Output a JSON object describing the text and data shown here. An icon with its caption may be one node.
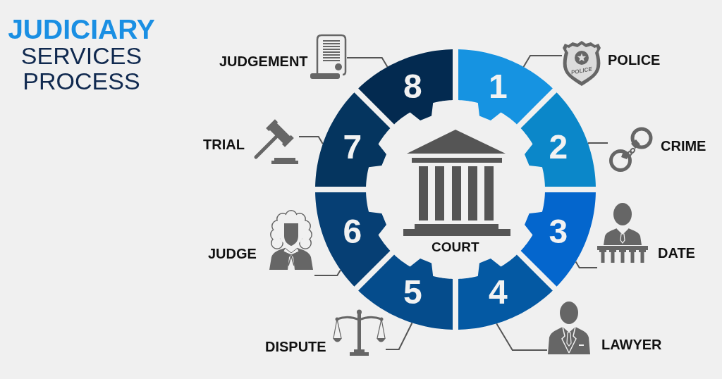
{
  "diagram": {
    "title": "**JUDICIARY** SERVICES PROCESS",
    "nodes": [
      {
        "text": [
          "1"
        ]
      },
      {
        "text": [
          "2"
        ]
      },
      {
        "text": [
          "3"
        ]
      },
      {
        "text": [
          "4"
        ]
      },
      {
        "text": [
          "5"
        ]
      },
      {
        "text": [
          "6"
        ]
      },
      {
        "text": [
          "7"
        ]
      },
      {
        "text": [
          "8"
        ]
      },
      {
        "text": [
          "COURT"
        ]
      },
      {
        "text": [
          "POLICE"
        ]
      },
      {
        "text": [
          "CRIME"
        ]
      },
      {
        "text": [
          "DATE"
        ]
      },
      {
        "text": [
          "LAWYER"
        ]
      },
      {
        "text": [
          "DISPUTE"
        ]
      },
      {
        "text": [
          "JUDGE"
        ]
      },
      {
        "text": [
          "TRIAL"
        ]
      },
      {
        "text": [
          "JUDGEMENT"
        ]
      }
    ],
    "edges": [
      {
        "from": 0,
        "to": 9,
        "arrow": "none"
      },
      {
        "from": 1,
        "to": 10,
        "arrow": "none"
      },
      {
        "from": 2,
        "to": 11,
        "arrow": "none"
      },
      {
        "from": 3,
        "to": 12,
        "arrow": "none"
      },
      {
        "from": 4,
        "to": 13,
        "arrow": "none"
      },
      {
        "from": 5,
        "to": 14,
        "arrow": "none"
      },
      {
        "from": 6,
        "to": 15,
        "arrow": "none"
      },
      {
        "from": 7,
        "to": 16,
        "arrow": "none"
      }
    ],
    "labels": [
      "POLICE"
    ]
  }
}
